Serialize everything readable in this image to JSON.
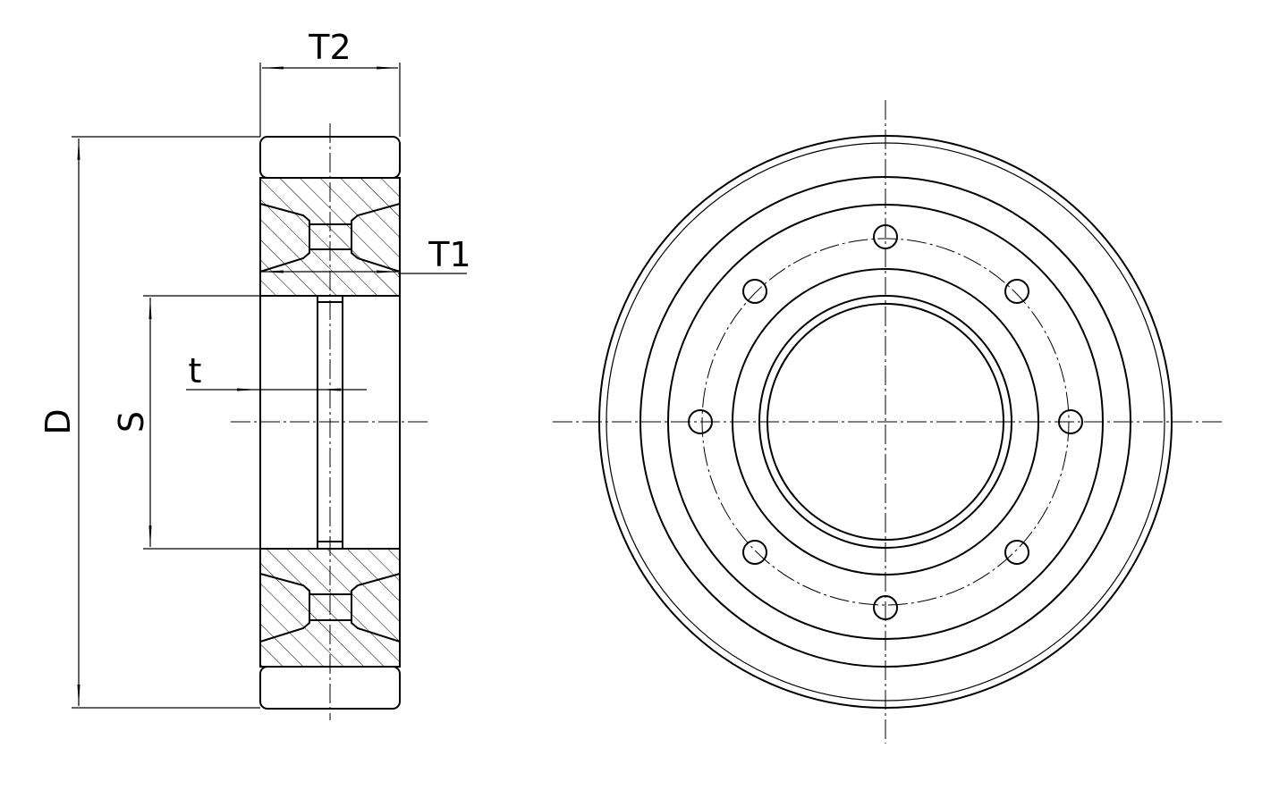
{
  "labels": {
    "t2": "T2",
    "t1": "T1",
    "d": "D",
    "s": "S",
    "t": "t"
  },
  "colors": {
    "line": "#000000",
    "background": "#ffffff"
  }
}
